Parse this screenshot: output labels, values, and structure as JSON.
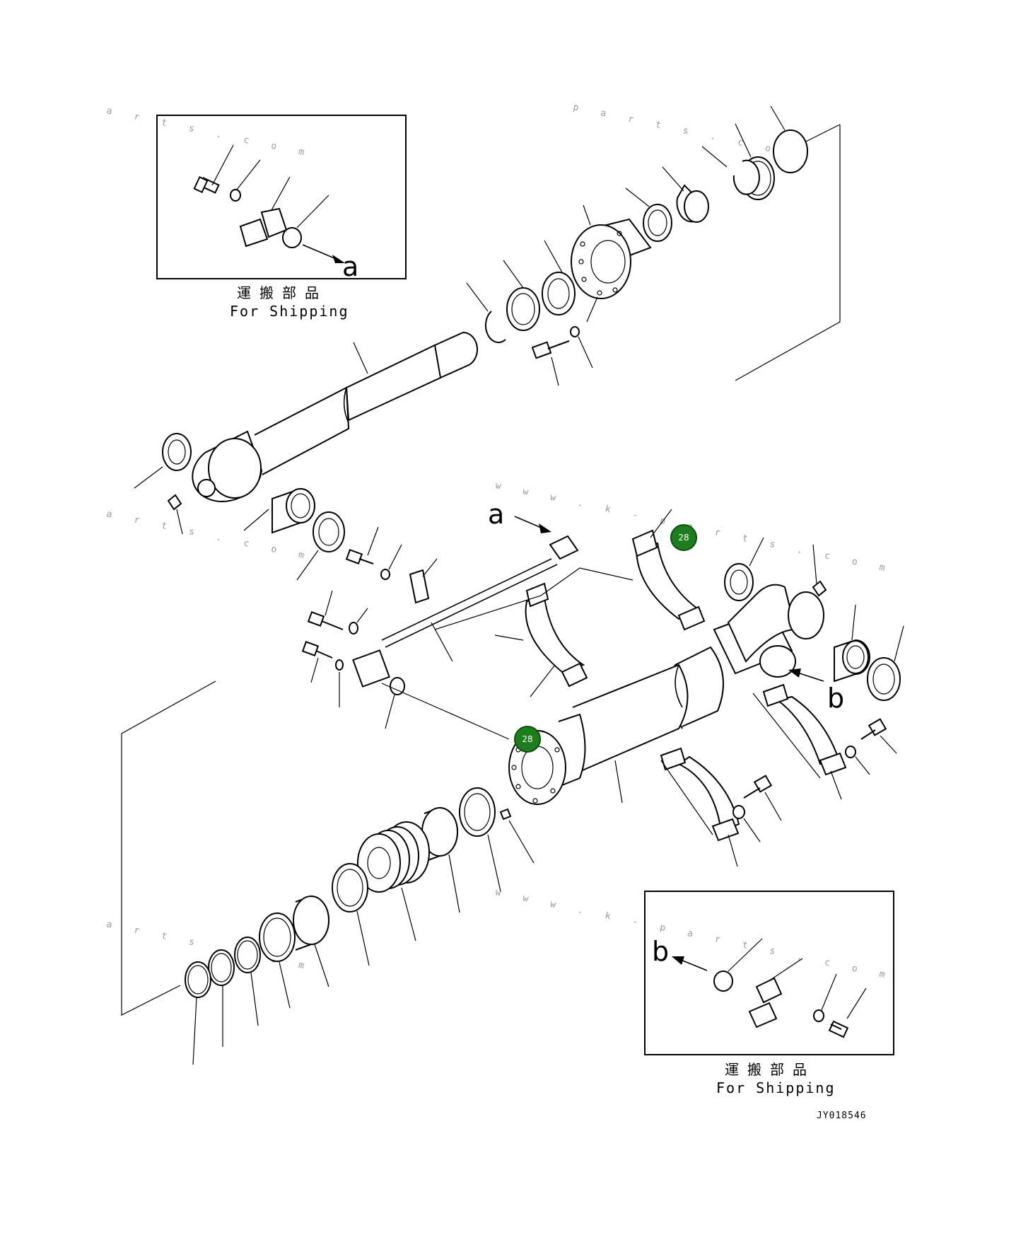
{
  "shipping_box_top": {
    "label_jp": "運搬部品",
    "label_en": "For Shipping",
    "arrow_letter": "a"
  },
  "shipping_box_bottom": {
    "label_jp": "運搬部品",
    "label_en": "For Shipping",
    "arrow_letter": "b"
  },
  "callouts": {
    "a": "a",
    "b": "b"
  },
  "drawing_code": "JY018546",
  "badges": [
    {
      "label": "28"
    },
    {
      "label": "28"
    }
  ],
  "watermarks": [
    "w w w . k - p a r t s . c o m",
    "p a r t s . c o m",
    "a r t s . c o m"
  ],
  "colors": {
    "badge_fill": "#1e7d1e",
    "line": "#000000"
  }
}
